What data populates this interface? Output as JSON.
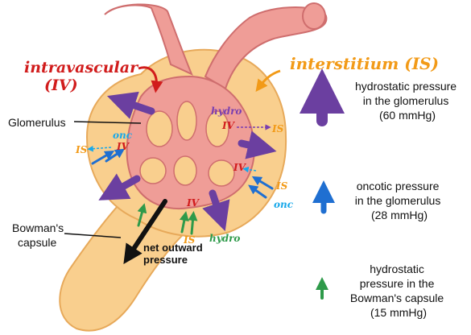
{
  "labels": {
    "intravascular": "intravascular",
    "iv": "(IV)",
    "interstitium": "interstitium (IS)",
    "glomerulus": "Glomerulus",
    "bowmans_1": "Bowman's",
    "bowmans_2": "capsule",
    "net_1": "net outward",
    "net_2": "pressure"
  },
  "tags": {
    "hydro": "hydro",
    "onc": "onc",
    "is": "IS",
    "iv": "IV"
  },
  "legend": [
    {
      "arrow": "purple",
      "lines": [
        "hydrostatic pressure",
        "in the glomerulus",
        "(60 mmHg)"
      ]
    },
    {
      "arrow": "blue",
      "lines": [
        "oncotic pressure",
        "in the glomerulus",
        "(28 mmHg)"
      ]
    },
    {
      "arrow": "green",
      "lines": [
        "hydrostatic",
        "pressure in the",
        "Bowman's capsule",
        "(15 mmHg)"
      ]
    }
  ],
  "colors": {
    "capsule": "#f9cf8e",
    "capsule_stroke": "#e7a95a",
    "vessel": "#ef9d97",
    "vessel_stroke": "#cf6e6e",
    "purple": "#6b3fa0",
    "blue": "#1f6fd1",
    "green": "#2e9a4a",
    "red": "#d11c1c",
    "orange": "#f29a17",
    "cyan": "#18a8ea"
  }
}
